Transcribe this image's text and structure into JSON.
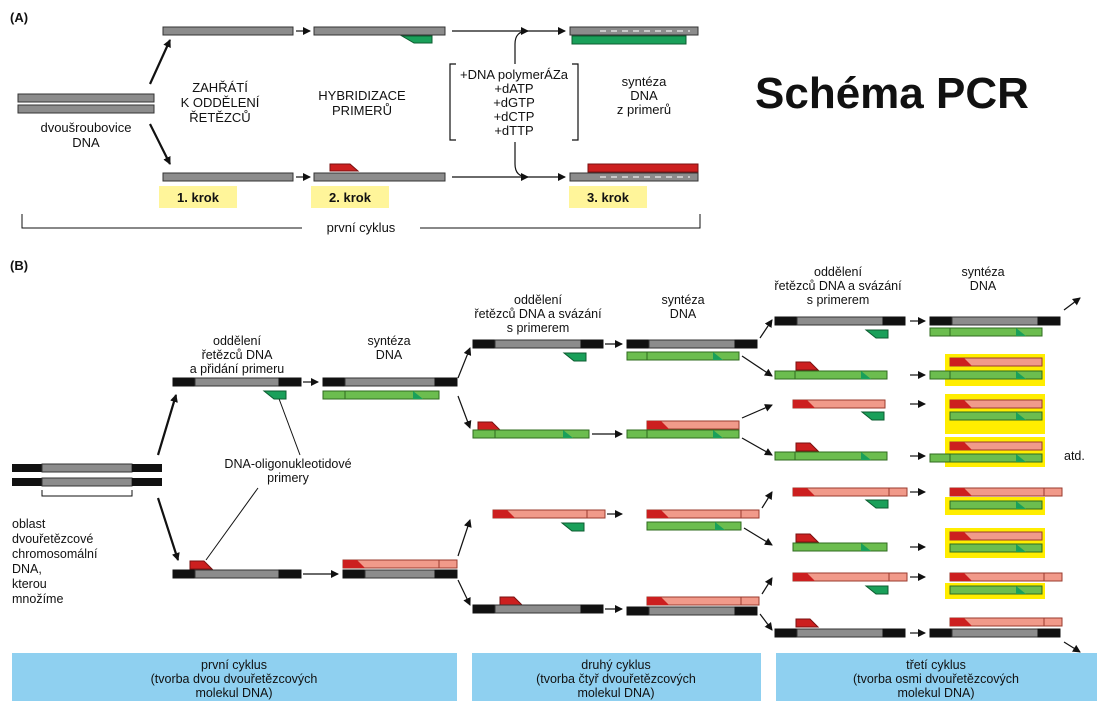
{
  "title": "Schéma PCR",
  "panel_a": {
    "label": "(A)",
    "dna_label": [
      "dvoušroubovice",
      "DNA"
    ],
    "heat_label": [
      "ZAHŘÁTÍ",
      "K ODDĚLENÍ",
      "ŘETĚZCŮ"
    ],
    "hybrid_label": [
      "HYBRIDIZACE",
      "PRIMERŮ"
    ],
    "reagents": [
      "+DNA polymerÁZa",
      "+dATP",
      "+dGTP",
      "+dCTP",
      "+dTTP"
    ],
    "synthesis_label": [
      "syntéza",
      "DNA",
      "z primerů"
    ],
    "steps": [
      "1. krok",
      "2. krok",
      "3. krok"
    ],
    "cycle_label": "první cyklus"
  },
  "panel_b": {
    "label": "(B)",
    "sep1_label": [
      "oddělení",
      "řetězců DNA",
      "a přidání primeru"
    ],
    "syn1_label": [
      "syntéza",
      "DNA"
    ],
    "sep2_label": [
      "oddělení",
      "řetězců DNA a svázání",
      "s primerem"
    ],
    "syn2_label": [
      "syntéza",
      "DNA"
    ],
    "sep3_label": [
      "oddělení",
      "řetězců DNA a svázání",
      "s primerem"
    ],
    "syn3_label": [
      "syntéza",
      "DNA"
    ],
    "primers_label": [
      "DNA-oligonukleotidové",
      "primery"
    ],
    "region_label": [
      "oblast",
      "dvouřetězcové",
      "chromosomální",
      "DNA,",
      "kterou",
      "množíme"
    ],
    "etc_label": "atd.",
    "cycles": [
      {
        "title": "první cyklus",
        "sub1": "(tvorba dvou dvouřetězcových",
        "sub2": "molekul DNA)"
      },
      {
        "title": "druhý cyklus",
        "sub1": "(tvorba čtyř dvouřetězcových",
        "sub2": "molekul DNA)"
      },
      {
        "title": "třetí cyklus",
        "sub1": "(tvorba osmi dvouřetězcových",
        "sub2": "molekul DNA)"
      }
    ]
  },
  "colors": {
    "template_grey": "#8c8c8c",
    "template_black": "#111111",
    "new_green": "#6cbd4f",
    "primer_green": "#1aa05a",
    "primer_red": "#cc1f1f",
    "new_pink": "#f19a8a",
    "step_yellow": "#fff59a",
    "highlight_yellow": "#ffed00",
    "cycle_blue": "#8fd0f0"
  }
}
